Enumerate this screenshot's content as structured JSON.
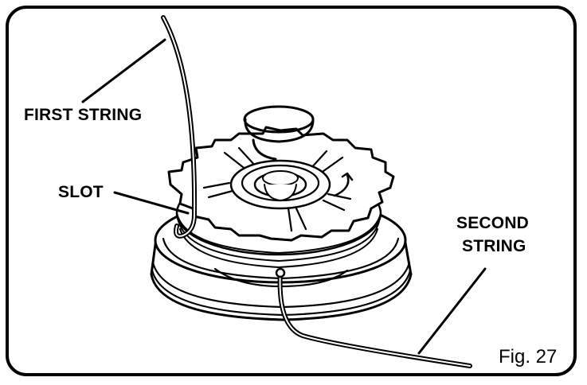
{
  "labels": {
    "first_string": "FIRST STRING",
    "slot": "SLOT",
    "second_string_line1": "SECOND",
    "second_string_line2": "STRING"
  },
  "figure_caption": "Fig. 27",
  "colors": {
    "ink": "#000000",
    "paper": "#ffffff"
  }
}
